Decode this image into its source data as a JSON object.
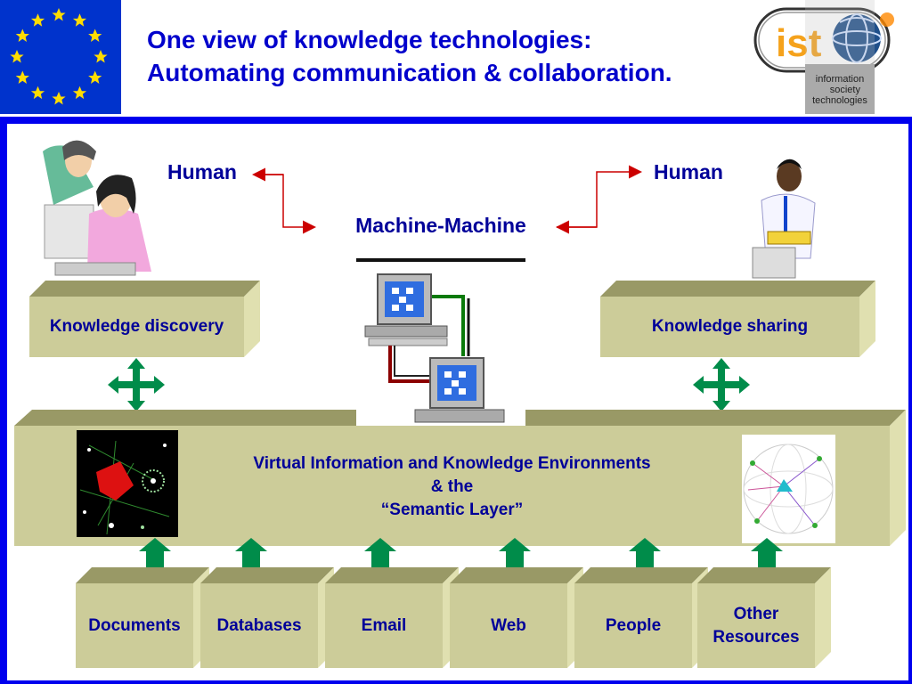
{
  "title": {
    "line1": "One view of knowledge technologies:",
    "line2": "Automating communication & collaboration."
  },
  "logo": {
    "mark": "ist",
    "line1": "information",
    "line2": "society",
    "line3": "technologies"
  },
  "diagram": {
    "human_left": "Human",
    "human_right": "Human",
    "machine": "Machine-Machine",
    "knowledge_discovery": "Knowledge discovery",
    "knowledge_sharing": "Knowledge sharing",
    "layer": {
      "line1": "Virtual Information and Knowledge Environments",
      "line2": "& the",
      "line3": "“Semantic Layer”"
    },
    "sources": [
      {
        "line1": "Documents",
        "line2": ""
      },
      {
        "line1": "Databases",
        "line2": ""
      },
      {
        "line1": "Email",
        "line2": ""
      },
      {
        "line1": "Web",
        "line2": ""
      },
      {
        "line1": "People",
        "line2": ""
      },
      {
        "line1": "Other",
        "line2": "Resources"
      }
    ]
  },
  "colors": {
    "box_face": "#cccc99",
    "box_top": "#999966",
    "box_side": "#e0e0b0",
    "arrow_green": "#008c4a",
    "text_blue": "#000099",
    "title_blue": "#0000cc",
    "frame_blue": "#0000ee",
    "eu_blue": "#0033cc",
    "eu_star": "#ffdd00"
  }
}
